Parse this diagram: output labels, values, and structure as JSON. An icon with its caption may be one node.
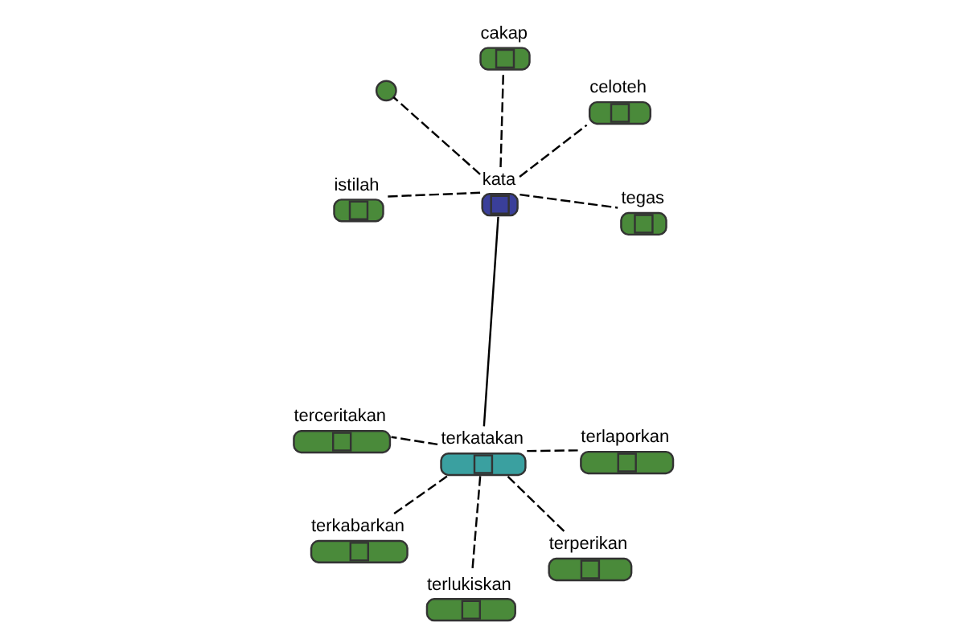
{
  "diagram": {
    "nodes": [
      {
        "text": [
          "kata"
        ]
      },
      {
        "text": [
          "tegas"
        ]
      },
      {
        "text": [
          "istilah"
        ]
      },
      {
        "text": [],
        "shape": "circle"
      },
      {
        "text": [
          "celoteh"
        ]
      },
      {
        "text": [
          "cakap"
        ]
      },
      {
        "text": [
          "terkatakan"
        ]
      },
      {
        "text": [
          "terlaporkan"
        ]
      },
      {
        "text": [
          "terceritakan"
        ]
      },
      {
        "text": [
          "terlukiskan"
        ]
      },
      {
        "text": [
          "terperikan"
        ]
      },
      {
        "text": [
          "terkabarkan"
        ]
      }
    ],
    "edges": [
      {
        "from": 0,
        "to": 1,
        "arrow": "none",
        "style": "dashed"
      },
      {
        "from": 0,
        "to": 2,
        "arrow": "none",
        "style": "dashed"
      },
      {
        "from": 0,
        "to": 3,
        "arrow": "none",
        "style": "dashed"
      },
      {
        "from": 0,
        "to": 4,
        "arrow": "none",
        "style": "dashed"
      },
      {
        "from": 0,
        "to": 5,
        "arrow": "none",
        "style": "dashed"
      },
      {
        "from": 0,
        "to": 6,
        "arrow": "none"
      },
      {
        "from": 6,
        "to": 7,
        "arrow": "none",
        "style": "dashed"
      },
      {
        "from": 6,
        "to": 8,
        "arrow": "none",
        "style": "dashed"
      },
      {
        "from": 6,
        "to": 9,
        "arrow": "none",
        "style": "dashed"
      },
      {
        "from": 6,
        "to": 10,
        "arrow": "none",
        "style": "dashed"
      },
      {
        "from": 6,
        "to": 11,
        "arrow": "none",
        "style": "dashed"
      }
    ]
  }
}
